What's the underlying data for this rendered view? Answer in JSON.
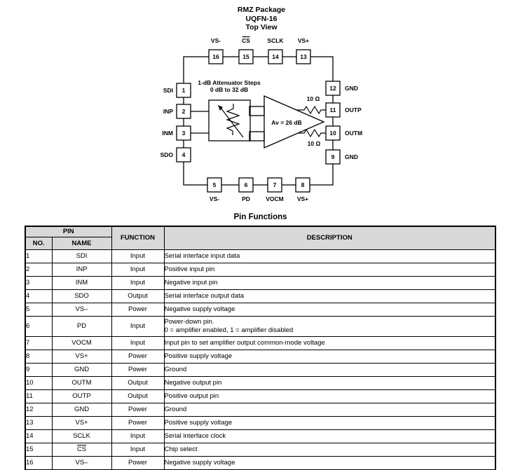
{
  "figure": {
    "title_lines": [
      "RMZ Package",
      "UQFN-16",
      "Top View"
    ],
    "pins_top": [
      {
        "num": "16",
        "label": "VS-"
      },
      {
        "num": "15",
        "label": "CS",
        "overline": true
      },
      {
        "num": "14",
        "label": "SCLK"
      },
      {
        "num": "13",
        "label": "VS+"
      }
    ],
    "pins_left": [
      {
        "num": "1",
        "label": "SDI"
      },
      {
        "num": "2",
        "label": "INP"
      },
      {
        "num": "3",
        "label": "INM"
      },
      {
        "num": "4",
        "label": "SDO"
      }
    ],
    "pins_bottom": [
      {
        "num": "5",
        "label": "VS-"
      },
      {
        "num": "6",
        "label": "PD"
      },
      {
        "num": "7",
        "label": "VOCM"
      },
      {
        "num": "8",
        "label": "VS+"
      }
    ],
    "pins_right": [
      {
        "num": "12",
        "label": "GND"
      },
      {
        "num": "11",
        "label": "OUTP"
      },
      {
        "num": "10",
        "label": "OUTM"
      },
      {
        "num": "9",
        "label": "GND"
      }
    ],
    "attenuator_note": [
      "1-dB Attenuator Steps",
      "0 dB to 32 dB"
    ],
    "amp_gain": "Av = 26 dB",
    "series_resistor_top": "10 Ω",
    "series_resistor_bottom": "10 Ω"
  },
  "table": {
    "title": "Pin Functions",
    "headers": {
      "pin_group": "PIN",
      "no": "NO.",
      "name": "NAME",
      "function": "FUNCTION",
      "description": "DESCRIPTION"
    },
    "rows": [
      {
        "no": "1",
        "name": "SDI",
        "function": "Input",
        "description": "Serial interface input data"
      },
      {
        "no": "2",
        "name": "INP",
        "function": "Input",
        "description": "Positive input pin"
      },
      {
        "no": "3",
        "name": "INM",
        "function": "Input",
        "description": "Negative input pin"
      },
      {
        "no": "4",
        "name": "SDO",
        "function": "Output",
        "description": "Serial interface output data"
      },
      {
        "no": "5",
        "name": "VS–",
        "function": "Power",
        "description": "Negative supply voltage"
      },
      {
        "no": "6",
        "name": "PD",
        "function": "Input",
        "description": "Power-down pin.\n0 = amplifier enabled, 1 = amplifier disabled"
      },
      {
        "no": "7",
        "name": "VOCM",
        "function": "Input",
        "description": "Input pin to set amplifier output common-mode voltage"
      },
      {
        "no": "8",
        "name": "VS+",
        "function": "Power",
        "description": "Positive supply voltage"
      },
      {
        "no": "9",
        "name": "GND",
        "function": "Power",
        "description": "Ground"
      },
      {
        "no": "10",
        "name": "OUTM",
        "function": "Output",
        "description": "Negative output pin"
      },
      {
        "no": "11",
        "name": "OUTP",
        "function": "Output",
        "description": "Positive output pin"
      },
      {
        "no": "12",
        "name": "GND",
        "function": "Power",
        "description": "Ground"
      },
      {
        "no": "13",
        "name": "VS+",
        "function": "Power",
        "description": "Positive supply voltage"
      },
      {
        "no": "14",
        "name": "SCLK",
        "function": "Input",
        "description": "Serial interface clock"
      },
      {
        "no": "15",
        "name": "CS",
        "function": "Input",
        "description": "Chip select",
        "overline": true
      },
      {
        "no": "16",
        "name": "VS–",
        "function": "Power",
        "description": "Negative supply voltage"
      }
    ]
  }
}
